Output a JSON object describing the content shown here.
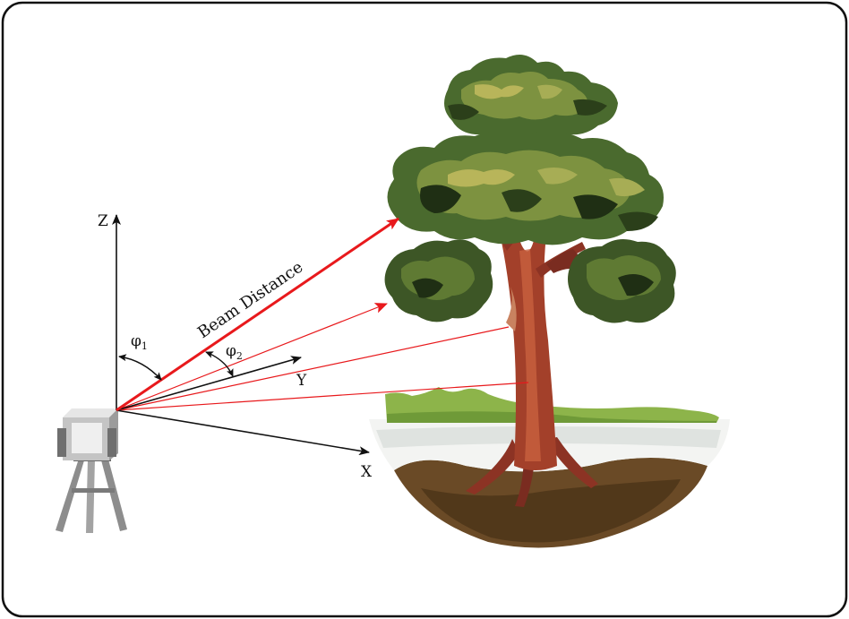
{
  "diagram": {
    "axes": {
      "z_label": "Z",
      "y_label": "Y",
      "x_label": "X"
    },
    "angles": {
      "phi1": "φ",
      "phi1_sub": "1",
      "phi2": "φ",
      "phi2_sub": "2"
    },
    "beam_label": "Beam Distance",
    "colors": {
      "frame": "#111111",
      "axis": "#111111",
      "beam": "#e8191c",
      "scan_rays": "#e8191c",
      "foliage_dark": "#3d5626",
      "foliage_mid": "#5f7a33",
      "foliage_light": "#9aa545",
      "trunk": "#a3402a",
      "grass": "#8db44a",
      "soil": "#5a3e20"
    },
    "icons": {
      "scanner": "laser-scanner-on-tripod-icon",
      "tree": "tree-icon"
    }
  }
}
